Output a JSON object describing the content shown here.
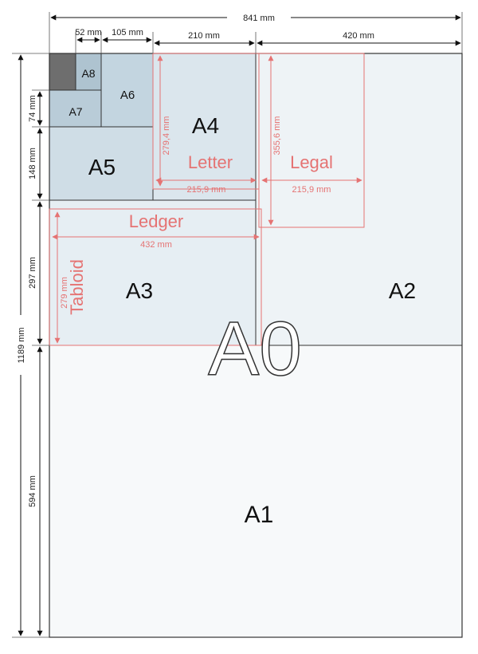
{
  "paper_sizes": {
    "a0": "A0",
    "a1": "A1",
    "a2": "A2",
    "a3": "A3",
    "a4": "A4",
    "a5": "A5",
    "a6": "A6",
    "a7": "A7",
    "a8": "A8"
  },
  "us_sizes": {
    "letter": "Letter",
    "legal": "Legal",
    "ledger": "Ledger",
    "tabloid": "Tabloid"
  },
  "dimensions": {
    "top_total": "841 mm",
    "top_52": "52 mm",
    "top_105": "105 mm",
    "top_210": "210 mm",
    "top_420": "420 mm",
    "left_total": "1189 mm",
    "left_74": "74 mm",
    "left_148": "148 mm",
    "left_297": "297 mm",
    "left_594": "594 mm"
  },
  "us_dimensions": {
    "letter_width": "215,9 mm",
    "letter_height": "279,4 mm",
    "legal_width": "215,9 mm",
    "legal_height": "355,6 mm",
    "ledger_width": "432 mm",
    "tabloid_height": "279 mm"
  },
  "colors": {
    "a_fill_light": "#eef3f6",
    "a_fill_mid": "#cfdde6",
    "a_fill_dark": "#b9ccd8",
    "a8_corner": "#6e6e6e",
    "us_accent": "#e57373"
  }
}
